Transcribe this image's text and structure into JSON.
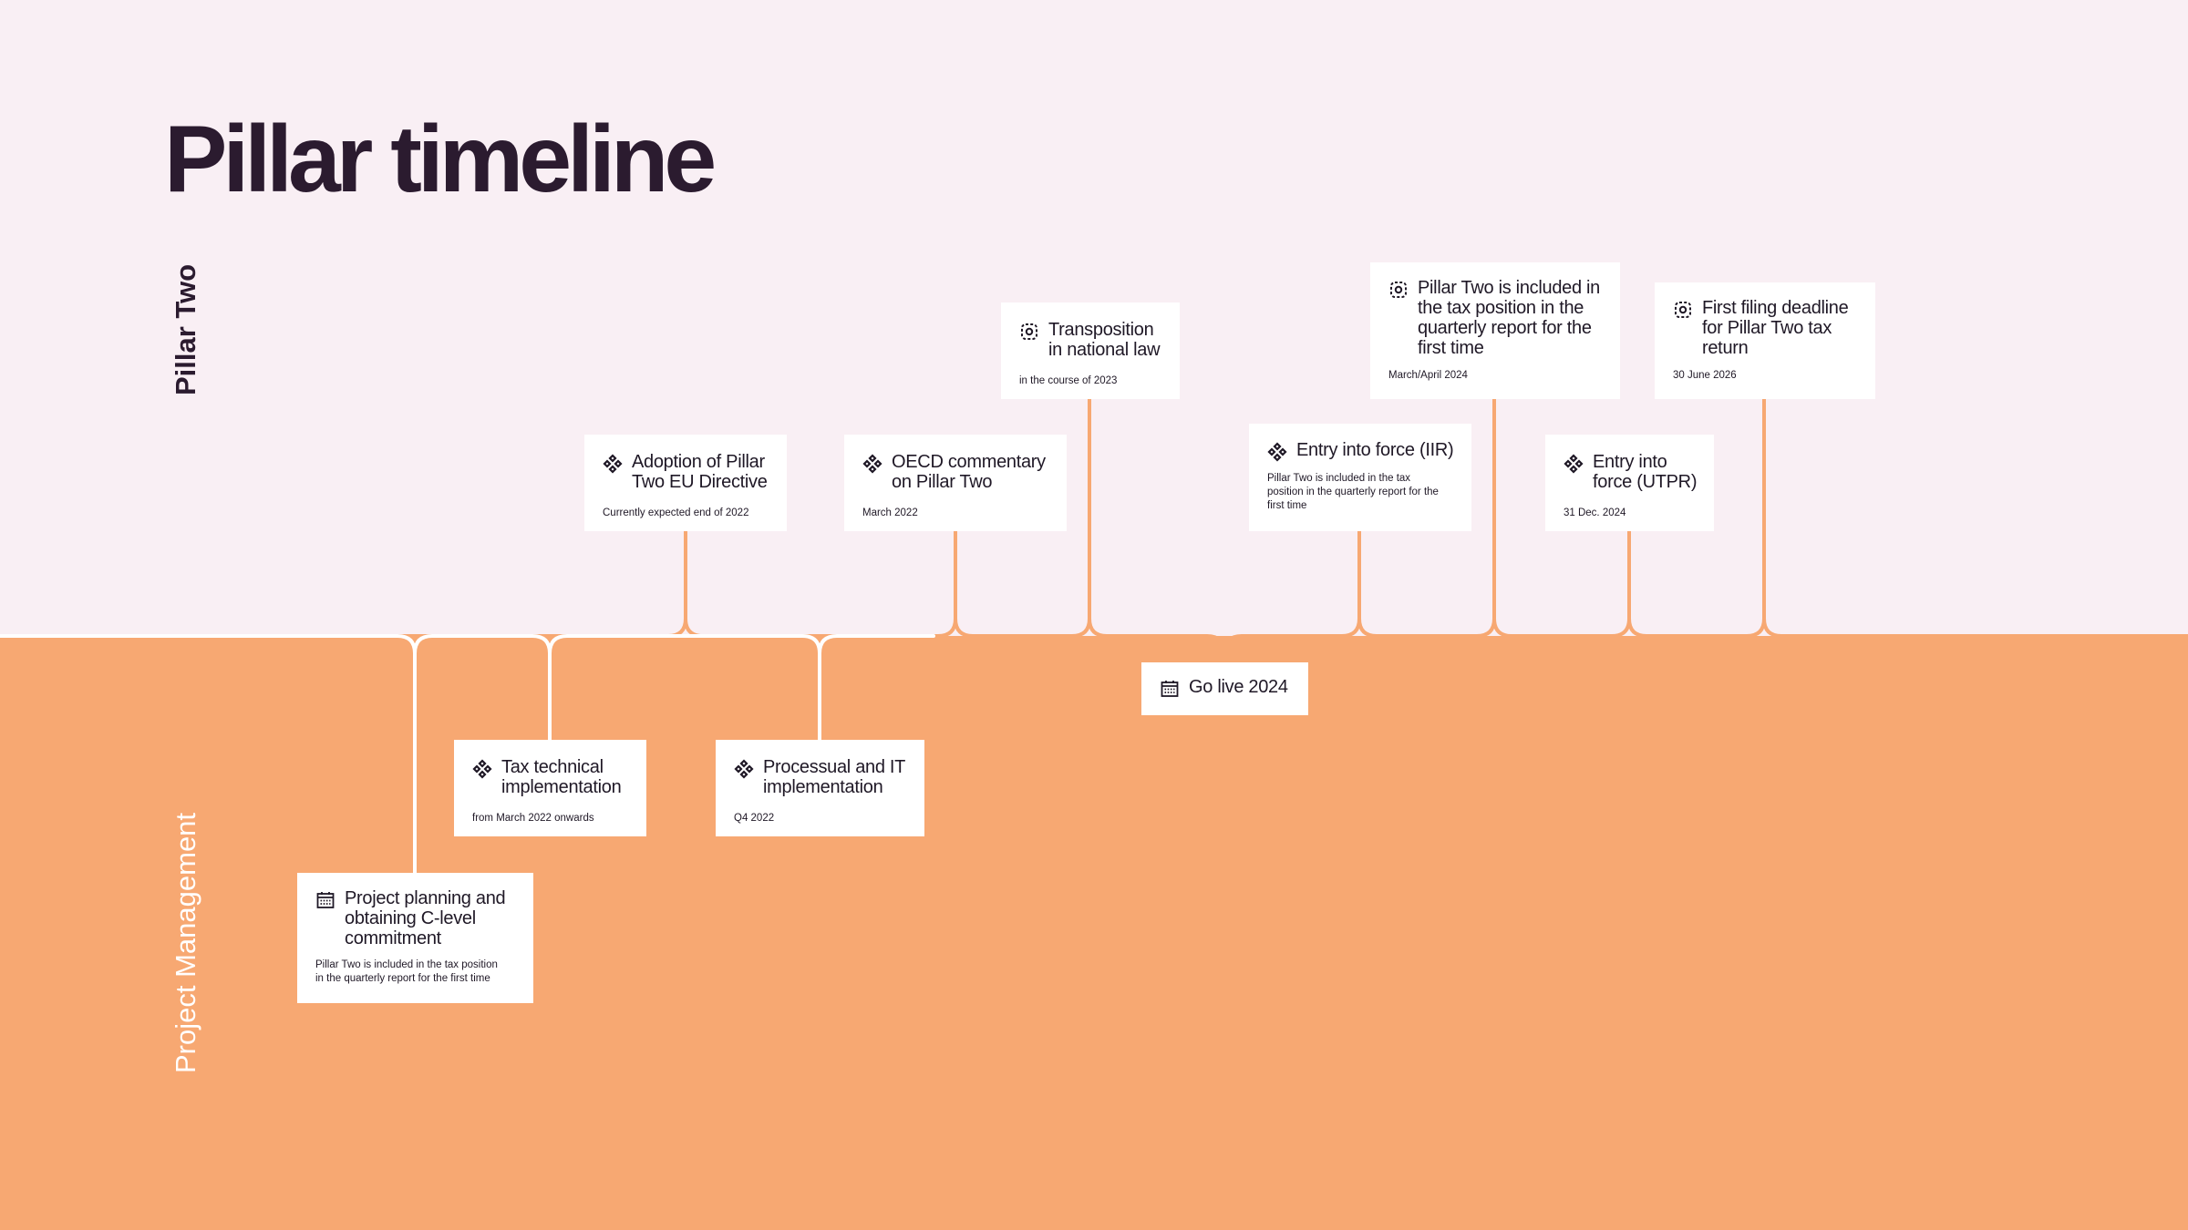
{
  "title": "Pillar timeline",
  "sections": {
    "top": "Pillar Two",
    "bottom": "Project Management"
  },
  "colors": {
    "top_background": "#f9eff4",
    "bottom_background": "#f7a872",
    "title_text": "#2b1b2f",
    "card_text": "#1f1826",
    "connector": "#f7a872",
    "connector_bottom": "#ffffff"
  },
  "cards": {
    "adoption": {
      "icon": "diamond-cross-icon",
      "title_line1": "Adoption of Pillar",
      "title_line2": "Two EU Directive",
      "date": "Currently expected end of 2022"
    },
    "oecd": {
      "icon": "diamond-cross-icon",
      "title_line1": "OECD commentary",
      "title_line2": "on Pillar Two",
      "date": "March 2022"
    },
    "transposition": {
      "icon": "gear-icon",
      "title_line1": "Transposition",
      "title_line2": "in national law",
      "date": "in the course of 2023"
    },
    "iir": {
      "icon": "diamond-cross-icon",
      "title_line1": "Entry into force (IIR)",
      "note_line1": "Pillar Two is included in the tax",
      "note_line2": "position in the quarterly report for the",
      "note_line3": "first time"
    },
    "tax_position": {
      "icon": "gear-icon",
      "title_line1": "Pillar Two is included in",
      "title_line2": "the tax position in the",
      "title_line3": "quarterly report for the",
      "title_line4": "first time",
      "date": "March/April 2024"
    },
    "utpr": {
      "icon": "diamond-cross-icon",
      "title_line1": "Entry into",
      "title_line2": "force (UTPR)",
      "date": "31 Dec. 2024"
    },
    "filing": {
      "icon": "gear-icon",
      "title_line1": "First filing deadline",
      "title_line2": "for Pillar Two tax",
      "title_line3": "return",
      "date": "30 June 2026"
    },
    "go_live": {
      "icon": "calendar-icon",
      "title": "Go live 2024"
    },
    "tax_technical": {
      "icon": "diamond-cross-icon",
      "title_line1": "Tax technical",
      "title_line2": "implementation",
      "date": "from March 2022 onwards"
    },
    "processual": {
      "icon": "diamond-cross-icon",
      "title_line1": "Processual and IT",
      "title_line2": "implementation",
      "date": "Q4 2022"
    },
    "planning": {
      "icon": "calendar-icon",
      "title_line1": "Project planning and",
      "title_line2": "obtaining C-level",
      "title_line3": "commitment",
      "note_line1": "Pillar Two is included in the tax position",
      "note_line2": "in the quarterly report for the first time"
    }
  }
}
